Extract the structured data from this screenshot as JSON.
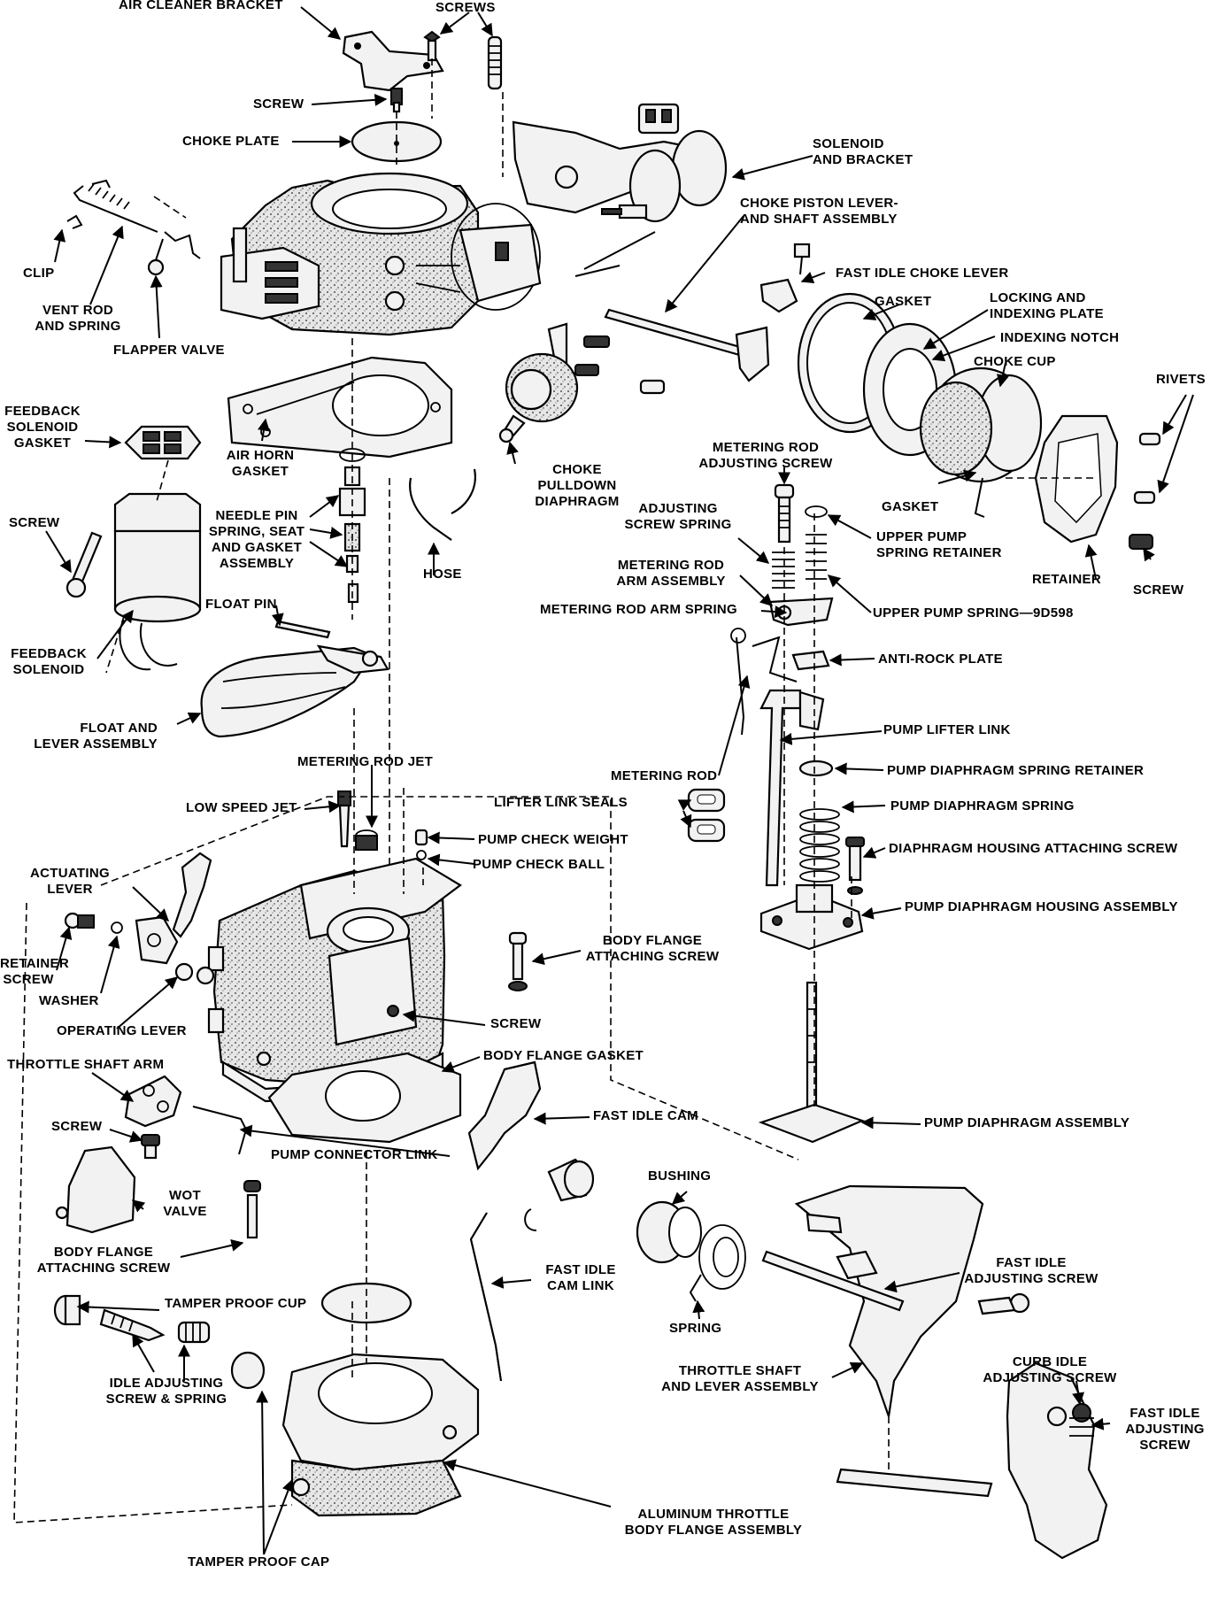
{
  "labels": {
    "air_cleaner_bracket": "AIR CLEANER BRACKET",
    "screws_top": "SCREWS",
    "screw_top": "SCREW",
    "choke_plate": "CHOKE PLATE",
    "solenoid_bracket": "SOLENOID\nAND BRACKET",
    "choke_piston_lever": "CHOKE PISTON LEVER-\nAND SHAFT ASSEMBLY",
    "clip": "CLIP",
    "vent_rod": "VENT ROD\nAND SPRING",
    "flapper_valve": "FLAPPER VALVE",
    "fast_idle_choke_lever": "FAST IDLE CHOKE LEVER",
    "gasket_top": "GASKET",
    "locking_plate": "LOCKING AND\nINDEXING PLATE",
    "indexing_notch": "INDEXING NOTCH",
    "choke_cup": "CHOKE CUP",
    "rivets": "RIVETS",
    "feedback_solenoid_gasket": "FEEDBACK\nSOLENOID\nGASKET",
    "air_horn_gasket": "AIR HORN\nGASKET",
    "choke_pulldown": "CHOKE PULLDOWN\nDIAPHRAGM",
    "metering_rod_adj_screw": "METERING ROD\nADJUSTING SCREW",
    "gasket_lower": "GASKET",
    "screw_left": "SCREW",
    "needle_pin": "NEEDLE PIN\nSPRING, SEAT\nAND  GASKET\nASSEMBLY",
    "hose": "HOSE",
    "adjusting_screw_spring": "ADJUSTING\nSCREW SPRING",
    "upper_pump_retainer": "UPPER PUMP\nSPRING RETAINER",
    "retainer_right": "RETAINER",
    "screw_right": "SCREW",
    "metering_rod_arm_assembly": "METERING ROD\nARM ASSEMBLY",
    "float_pin": "FLOAT PIN",
    "metering_rod_arm_spring": "METERING ROD ARM SPRING",
    "upper_pump_spring": "UPPER PUMP SPRING—9D598",
    "feedback_solenoid": "FEEDBACK\nSOLENOID",
    "anti_rock_plate": "ANTI-ROCK PLATE",
    "float_lever": "FLOAT AND\nLEVER ASSEMBLY",
    "pump_lifter_link": "PUMP LIFTER LINK",
    "metering_rod_jet": "METERING ROD JET",
    "pump_diaphragm_spring_retainer": "PUMP DIAPHRAGM SPRING RETAINER",
    "metering_rod": "METERING ROD",
    "low_speed_jet": "LOW SPEED JET",
    "lifter_link_seals": "LIFTER LINK SEALS",
    "pump_diaphragm_spring": "PUMP DIAPHRAGM SPRING",
    "pump_check_weight": "PUMP CHECK WEIGHT",
    "pump_check_ball": "PUMP CHECK BALL",
    "diaphragm_housing_screw": "DIAPHRAGM HOUSING ATTACHING SCREW",
    "actuating_lever": "ACTUATING\nLEVER",
    "pump_diaphragm_housing": "PUMP DIAPHRAGM HOUSING ASSEMBLY",
    "body_flange_screw_right": "BODY FLANGE\nATTACHING SCREW",
    "retainer_screw": "RETAINER\nSCREW",
    "washer": "WASHER",
    "screw_center": "SCREW",
    "operating_lever": "OPERATING LEVER",
    "body_flange_gasket": "BODY FLANGE GASKET",
    "throttle_shaft_arm": "THROTTLE SHAFT ARM",
    "fast_idle_cam": "FAST IDLE CAM",
    "pump_diaphragm_assembly": "PUMP DIAPHRAGM ASSEMBLY",
    "screw_lower_left": "SCREW",
    "pump_connector_link": "PUMP CONNECTOR LINK",
    "bushing": "BUSHING",
    "wot_valve": "WOT\nVALVE",
    "body_flange_screw_left": "BODY FLANGE\nATTACHING SCREW",
    "fast_idle_adjusting_screw": "FAST IDLE\nADJUSTING SCREW",
    "fast_idle_cam_link": "FAST IDLE\nCAM LINK",
    "tamper_proof_cup": "TAMPER PROOF CUP",
    "spring": "SPRING",
    "throttle_shaft_lever": "THROTTLE SHAFT\nAND LEVER ASSEMBLY",
    "idle_adjusting_screw": "IDLE ADJUSTING\nSCREW & SPRING",
    "curb_idle_screw": "CURB IDLE\nADJUSTING SCREW",
    "fast_idle_adjusting_screw_2": "FAST IDLE\nADJUSTING\nSCREW",
    "aluminum_throttle_body": "ALUMINUM THROTTLE\nBODY FLANGE ASSEMBLY",
    "tamper_proof_cap": "TAMPER PROOF CAP"
  }
}
